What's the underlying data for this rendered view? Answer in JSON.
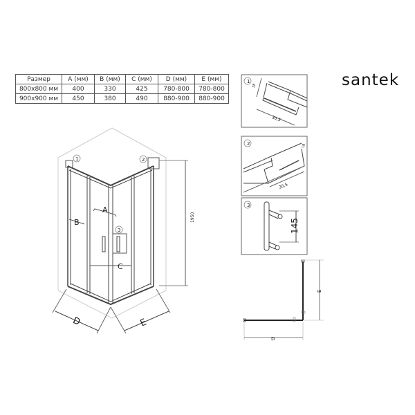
{
  "brand": {
    "name": "santek"
  },
  "spec_table": {
    "headers": [
      "Размер",
      "A (мм)",
      "B (мм)",
      "C (мм)",
      "D (мм)",
      "E (мм)"
    ],
    "rows": [
      [
        "800x800 мм",
        "400",
        "330",
        "425",
        "780-800",
        "780-800"
      ],
      [
        "900x900 мм",
        "450",
        "380",
        "490",
        "880-900",
        "880-900"
      ]
    ]
  },
  "main_drawing": {
    "labels": {
      "a": "A",
      "b": "B",
      "c": "C",
      "d": "D",
      "e": "E",
      "height": "1950"
    },
    "callouts": [
      "1",
      "2",
      "3"
    ]
  },
  "detail_1": {
    "callout": "1",
    "dim_width": "30,5",
    "dim_depth": "18"
  },
  "detail_2": {
    "callout": "2",
    "dim_width": "30,5",
    "dim_depth": "18"
  },
  "detail_3": {
    "callout": "3",
    "handle_spacing": "145"
  },
  "plan_view": {
    "label_d": "D",
    "label_e": "E"
  },
  "colors": {
    "line": "#333333",
    "light_line": "#bbbbbb",
    "frame": "#666666"
  }
}
